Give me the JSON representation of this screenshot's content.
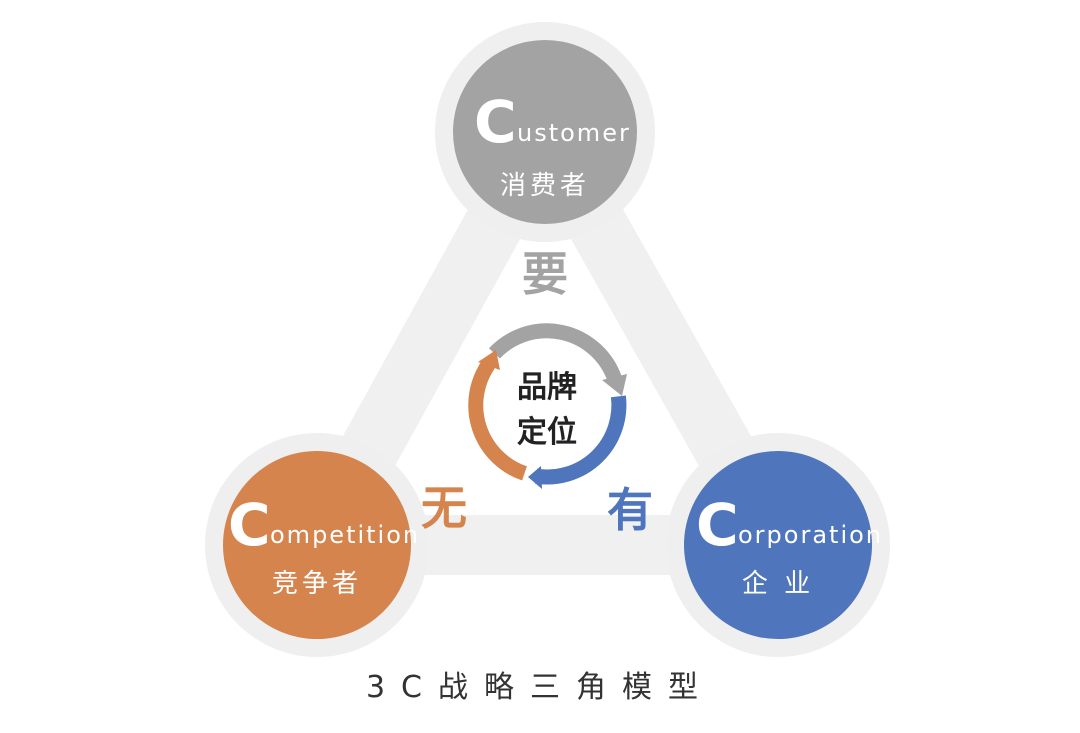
{
  "colors": {
    "gray": "#a3a3a3",
    "orange": "#d4844c",
    "blue": "#4f75bd",
    "triangle": "#f0f0f0",
    "halo": "#efefef"
  },
  "nodes": {
    "customer": {
      "letter": "C",
      "word": "ustomer",
      "label": "消费者"
    },
    "competition": {
      "letter": "C",
      "word": "ompetition",
      "label": "竞争者"
    },
    "corporation": {
      "letter": "C",
      "word": "orporation",
      "label": "企 业"
    }
  },
  "relations": {
    "top": "要",
    "left": "无",
    "right": "有"
  },
  "center": {
    "line1": "品牌",
    "line2": "定位"
  },
  "caption": "3C战略三角模型"
}
